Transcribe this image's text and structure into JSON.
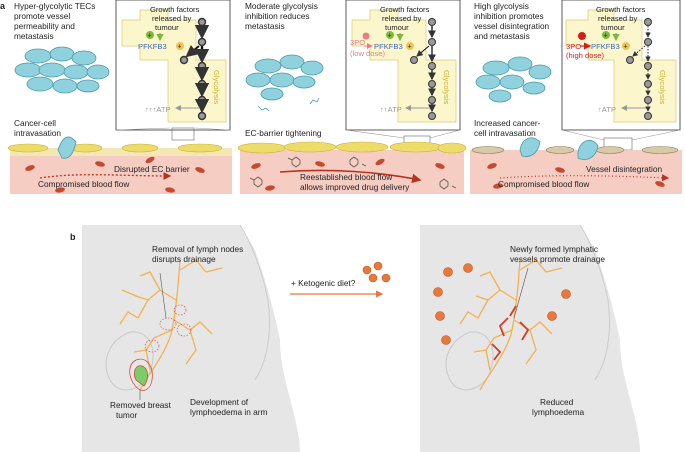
{
  "panel_a": {
    "label": "a",
    "scenarios": [
      {
        "title_lines": [
          "Hyper-glycolytic TECs",
          "promote vessel",
          "permeability and",
          "metastasis"
        ],
        "gf_lines": [
          "Growth factors",
          "released by",
          "tumour"
        ],
        "enzyme": "PFKFB3",
        "inhibitor_lines": [],
        "atp": "↑↑↑ATP",
        "glycolysis": "Glycolysis",
        "event_lines": [
          "Cancer-cell",
          "intravasation"
        ],
        "barrier": "Disrupted EC barrier",
        "flow_lines": [
          "Compromised blood flow"
        ]
      },
      {
        "title_lines": [
          "Moderate glycolysis",
          "inhibition reduces",
          "metastasis"
        ],
        "gf_lines": [
          "Growth factors",
          "released by",
          "tumour"
        ],
        "enzyme": "PFKFB3",
        "inhibitor_lines": [
          "3PO",
          "(low dose)"
        ],
        "atp": "↑↑ATP",
        "glycolysis": "Glycolysis",
        "event_lines": [
          "EC-barrier tightening"
        ],
        "barrier": "",
        "flow_lines": [
          "Reestablished blood flow",
          "allows improved drug delivery"
        ]
      },
      {
        "title_lines": [
          "High glycolysis",
          "inhibition promotes",
          "vessel disintegration",
          "and metastasis"
        ],
        "gf_lines": [
          "Growth factors",
          "released by",
          "tumour"
        ],
        "enzyme": "PFKFB3",
        "inhibitor_lines": [
          "3PO",
          "(high dose)"
        ],
        "atp": "↑ATP",
        "glycolysis": "Glycolysis",
        "event_lines": [
          "Increased cancer-",
          "cell intravasation"
        ],
        "barrier": "Vessel disintegration",
        "flow_lines": [
          "Compromised blood flow"
        ]
      }
    ]
  },
  "panel_b": {
    "label": "b",
    "removal_lines": [
      "Removal of lymph nodes",
      "disrupts drainage"
    ],
    "tumor_lines": [
      "Removed breast",
      "tumor"
    ],
    "lymphoedema_lines": [
      "Development of",
      "lymphoedema in arm"
    ],
    "diet": "+ Ketogenic diet?",
    "new_vessels_lines": [
      "Newly formed lymphatic",
      "vessels promote drainage"
    ],
    "reduced_lines": [
      "Reduced",
      "lymphoedema"
    ]
  },
  "colors": {
    "tec": "#8fd1dc",
    "tec_edge": "#4a9aab",
    "endothelium": "#eddc6a",
    "tissue": "#f6cdc3",
    "rbc": "#c64a30",
    "flow_arrow": "#b8331f",
    "gf_box": "#fbf6cc",
    "enzyme_text": "#3f67b3",
    "plus": "#7db93e",
    "inhibitor_low": "#e87e84",
    "inhibitor_high": "#d41e1e",
    "glycolysis_text": "#c9b22a",
    "lymph": "#f3b150",
    "lymph_red": "#d33a2a",
    "ketone": "#e8793a",
    "body": "#e6e6e6",
    "tumor": "#7ecb6a"
  }
}
